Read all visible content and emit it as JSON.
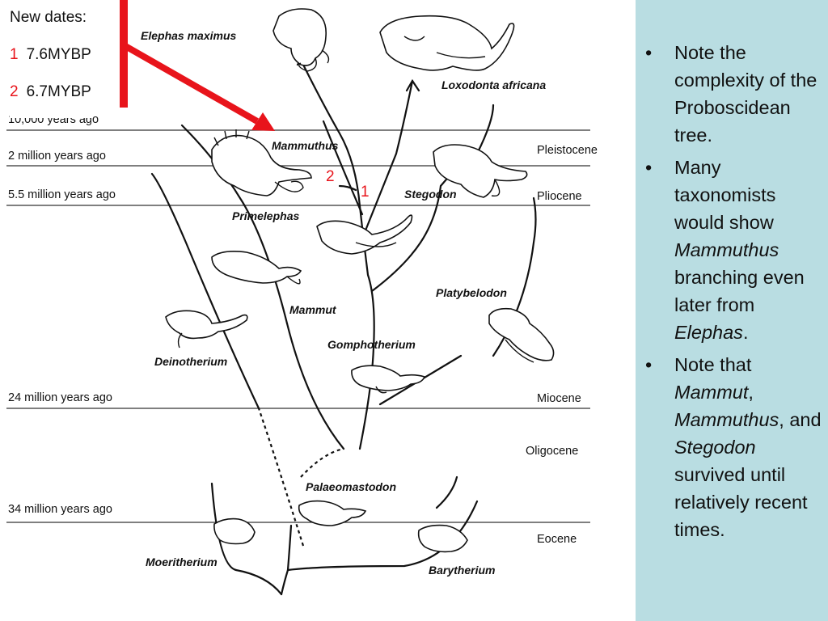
{
  "new_dates": {
    "title": "New dates:",
    "items": [
      {
        "num": "1",
        "value": "7.6MYBP"
      },
      {
        "num": "2",
        "value": "6.7MYBP"
      }
    ]
  },
  "time_marks": [
    "10,000 years ago",
    "2 million years ago",
    "5.5 million years ago",
    "24 million years ago",
    "34 million years ago"
  ],
  "epochs": [
    "Pleistocene",
    "Pliocene",
    "Miocene",
    "Oligocene",
    "Eocene"
  ],
  "taxa": {
    "elephas": "Elephas maximus",
    "loxodonta": "Loxodonta africana",
    "mammuthus": "Mammuthus",
    "stegodon": "Stegodon",
    "primelephas": "Primelephas",
    "mammut": "Mammut",
    "platybelodon": "Platybelodon",
    "gomphotherium": "Gomphotherium",
    "deinotherium": "Deinotherium",
    "palaeomastodon": "Palaeomastodon",
    "moeritherium": "Moeritherium",
    "barytherium": "Barytherium"
  },
  "markers": {
    "one": "1",
    "two": "2"
  },
  "accent_color": "#e8141b",
  "panel_color": "#b9dde2",
  "bullets": [
    {
      "text": "Note the complexity of the Proboscidean tree."
    },
    {
      "pre": "Many taxonomists would show ",
      "it1": "Mammuthus",
      "mid": " branching even later from ",
      "it2": "Elephas",
      "post": "."
    },
    {
      "pre": "Note that ",
      "it1": "Mammut",
      "sep1": ", ",
      "it2": "Mammuthus",
      "sep2": ", and ",
      "it3": "Stegodon",
      "post": " survived until relatively recent times."
    }
  ],
  "bullet_glyph": "•"
}
